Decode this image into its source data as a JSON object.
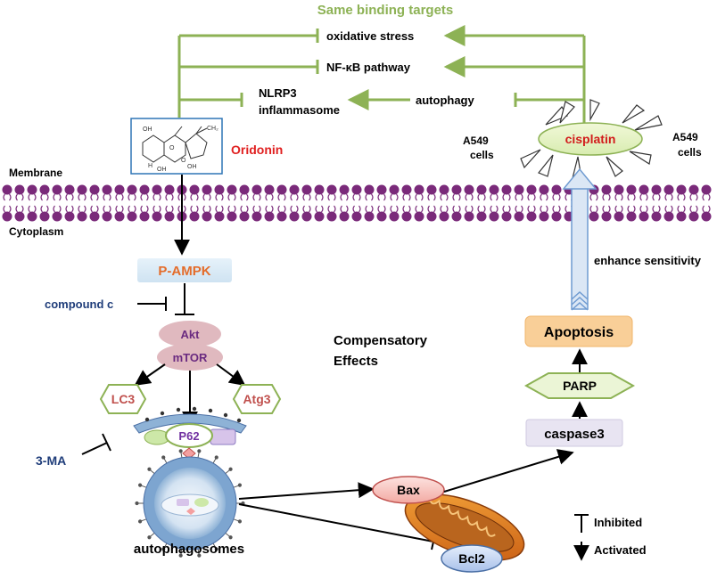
{
  "header": {
    "title": "Same binding targets"
  },
  "targets": {
    "oxidative_stress": "oxidative stress",
    "nfkb": "NF-κB pathway",
    "nlrp3_line1": "NLRP3",
    "nlrp3_line2": "inflammasome",
    "autophagy": "autophagy"
  },
  "drugs": {
    "oridonin": "Oridonin",
    "cisplatin": "cisplatin",
    "cells_a549": "A549",
    "cells_word": "cells",
    "oridonin_ch2": "CH₂",
    "oridonin_oh1": "OH",
    "oridonin_oh2": "OH",
    "oridonin_oh3": "OH",
    "oridonin_h": "H",
    "oridonin_o1": "O",
    "oridonin_o2": "O"
  },
  "membrane": {
    "top_label": "Membrane",
    "bottom_label": "Cytoplasm"
  },
  "pathway": {
    "p_ampk": "P-AMPK",
    "compound_c": "compound c",
    "akt": "Akt",
    "mtor": "mTOR",
    "lc3": "LC3",
    "atg3": "Atg3",
    "p62": "P62",
    "three_ma": "3-MA",
    "autophagosomes": "autophagosomes",
    "compensatory_line1": "Compensatory",
    "compensatory_line2": "Effects",
    "bax": "Bax",
    "bcl2": "Bcl2",
    "caspase3": "caspase3",
    "parp": "PARP",
    "apoptosis": "Apoptosis",
    "enhance": "enhance sensitivity"
  },
  "legend": {
    "inhibited": "Inhibited",
    "activated": "Activated"
  },
  "colors": {
    "green_line": "#8db255",
    "title_green": "#8db255",
    "oridonin_red": "#e02020",
    "cisplatin_red": "#d21c1c",
    "membrane_purple": "#7a2a7a",
    "ampk_orange": "#e46c2a",
    "navy": "#1f3d7a",
    "apoptosis_fill": "#f9cf98"
  }
}
